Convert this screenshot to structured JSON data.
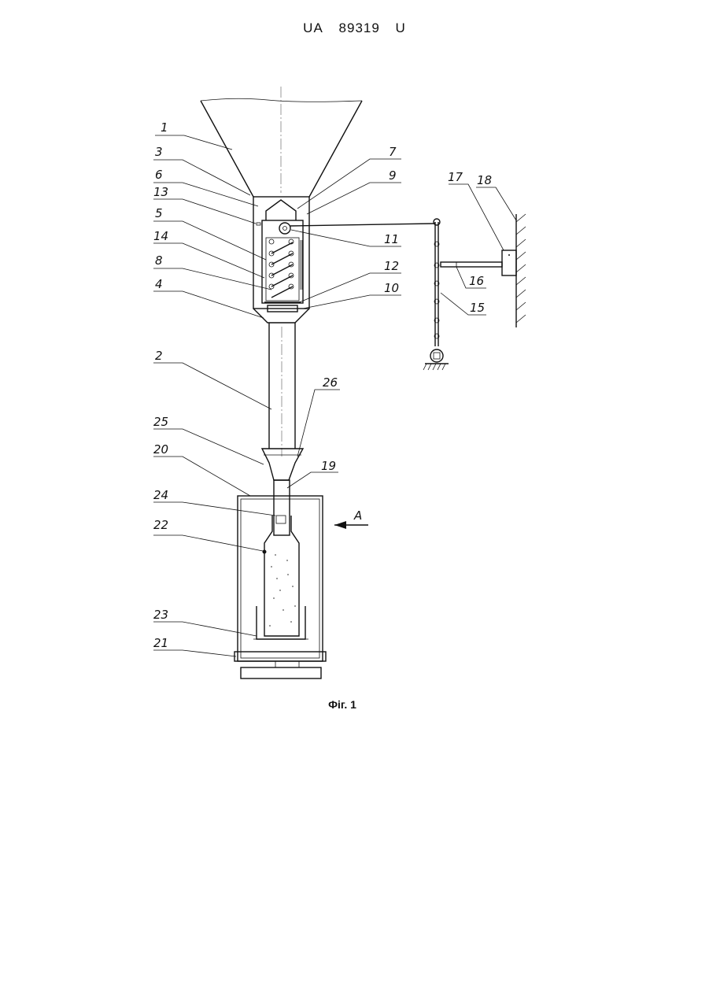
{
  "header": {
    "country": "UA",
    "number": "89319",
    "kind": "U"
  },
  "caption": "Фіг. 1",
  "view_arrow": "A",
  "labels": {
    "l1": "1",
    "l2": "2",
    "l3": "3",
    "l4": "4",
    "l5": "5",
    "l6": "6",
    "l7": "7",
    "l8": "8",
    "l9": "9",
    "l10": "10",
    "l11": "11",
    "l12": "12",
    "l13": "13",
    "l14": "14",
    "l15": "15",
    "l16": "16",
    "l17": "17",
    "l18": "18",
    "l19": "19",
    "l20": "20",
    "l21": "21",
    "l22": "22",
    "l23": "23",
    "l24": "24",
    "l25": "25",
    "l26": "26"
  }
}
